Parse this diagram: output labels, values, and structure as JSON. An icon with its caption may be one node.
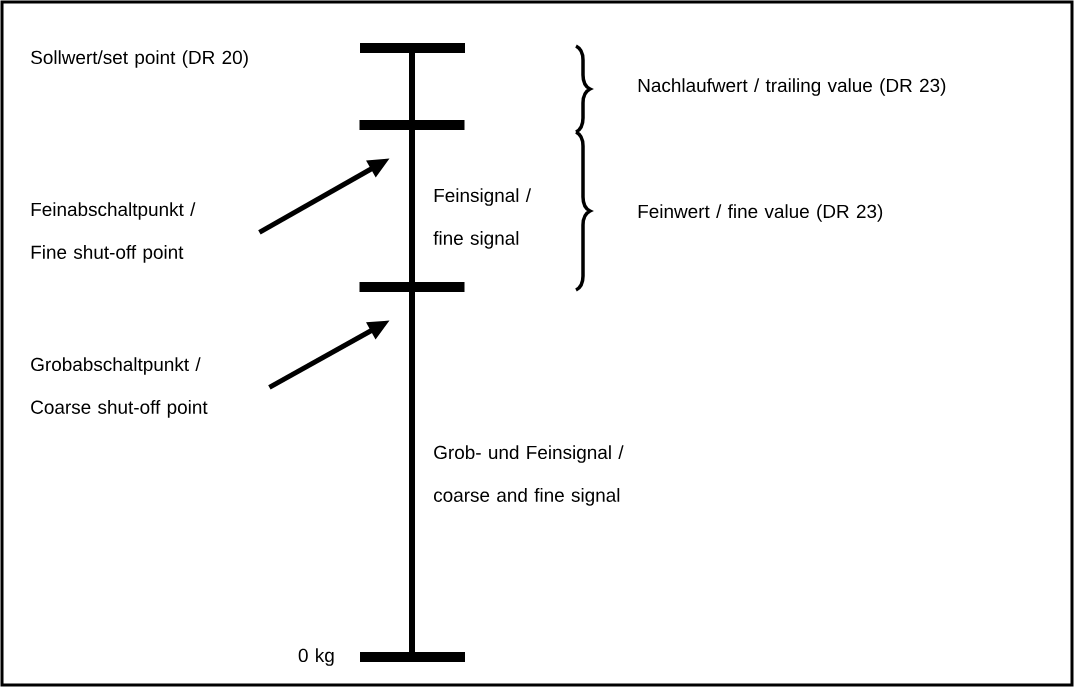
{
  "diagram": {
    "nodes": [
      {
        "text": [
          "Feinabschaltpunkt / Fine shut-off point"
        ]
      },
      {
        "text": [],
        "shape": "bar"
      },
      {
        "text": [
          "Grobabschaltpunkt / Coarse shut-off point"
        ]
      },
      {
        "text": [],
        "shape": "bar"
      }
    ],
    "edges": [
      {
        "from": 0,
        "to": 1,
        "arrow": "to"
      },
      {
        "from": 2,
        "to": 3,
        "arrow": "to"
      }
    ],
    "labels": [
      "Sollwert/set point (DR 20)",
      "Nachlaufwert / trailing value (DR 23)",
      "Feinsignal / fine signal",
      "Feinwert / fine value (DR 23)",
      "Grob- und Feinsignal / coarse and fine signal",
      "0 kg"
    ]
  }
}
